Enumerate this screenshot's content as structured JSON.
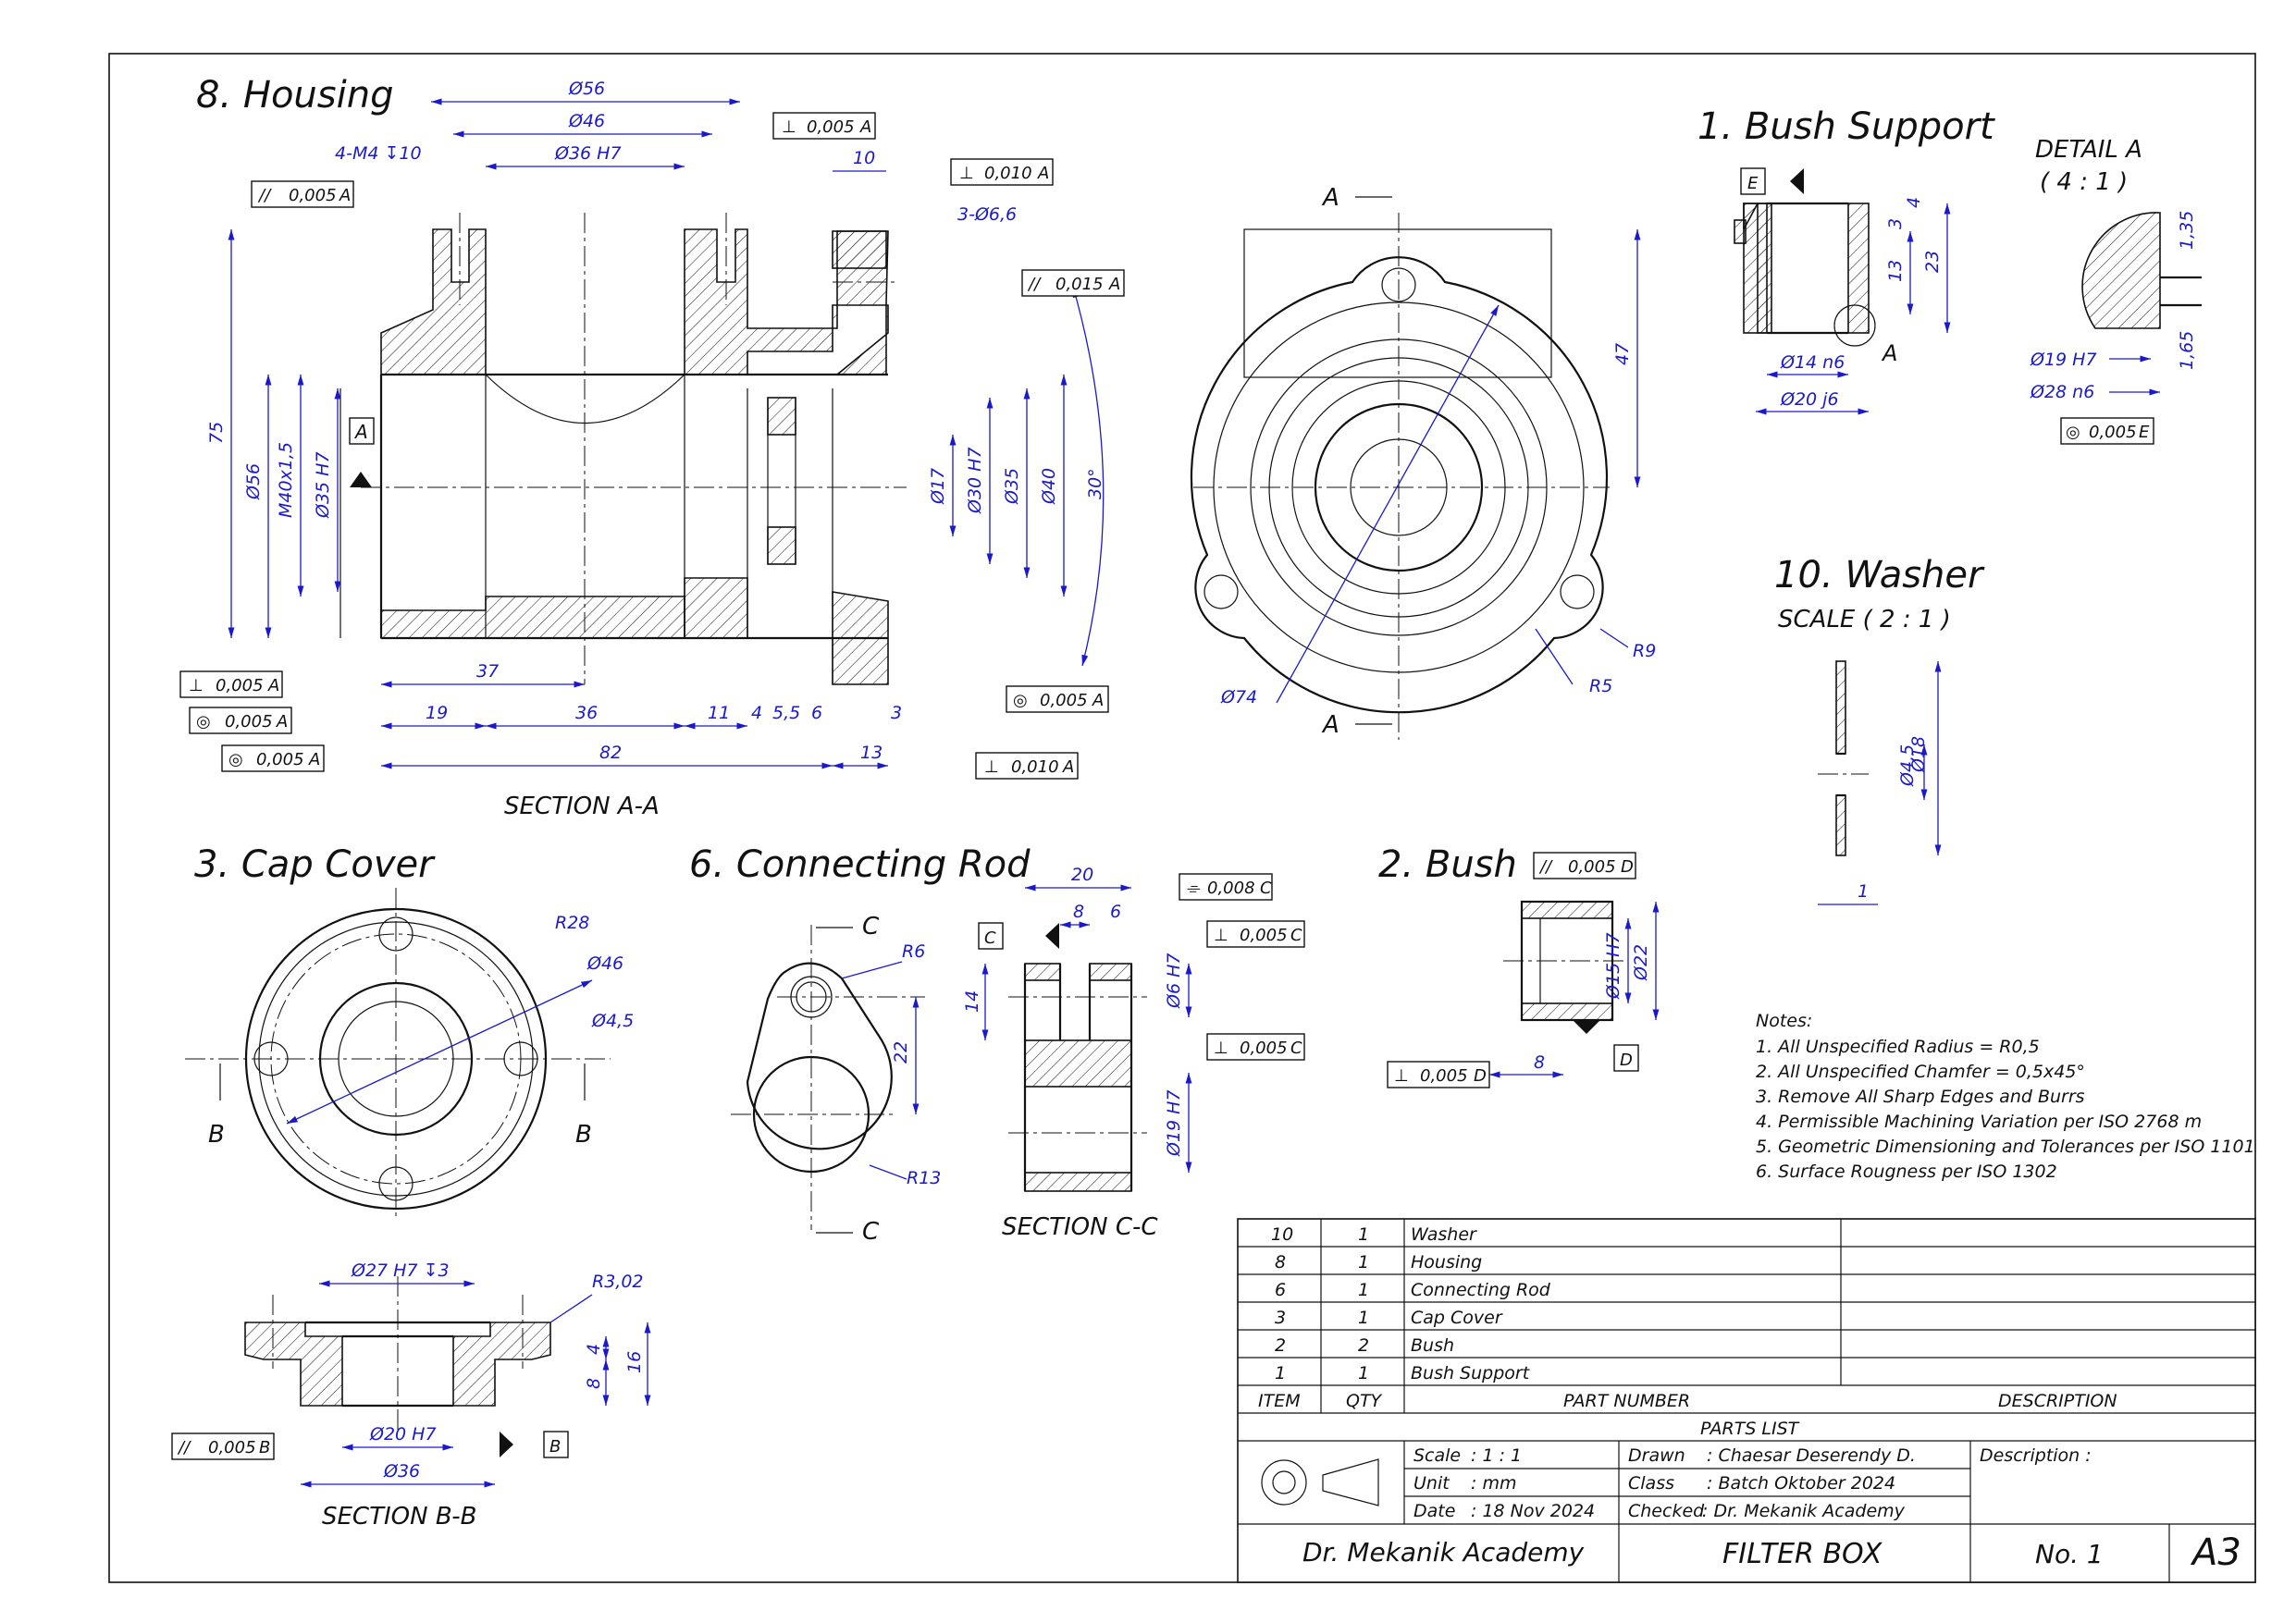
{
  "views": {
    "housing_title": "8. Housing",
    "section_aa": "SECTION A-A",
    "bush_support_title": "1. Bush Support",
    "detail_a_title": "DETAIL A",
    "detail_a_scale": "( 4 : 1 )",
    "washer_title": "10. Washer",
    "washer_scale": "SCALE ( 2 : 1 )",
    "cap_cover_title": "3. Cap Cover",
    "section_bb": "SECTION B-B",
    "connecting_rod_title": "6. Connecting Rod",
    "section_cc": "SECTION C-C",
    "bush_title": "2. Bush"
  },
  "housing_dims": {
    "d56_top": "Ø56",
    "d46": "Ø46",
    "d36h7": "Ø36 H7",
    "thread": "4-M4 ↧10",
    "w10": "10",
    "holes": "3-Ø6,6",
    "h75": "75",
    "d56_side": "Ø56",
    "m40": "M40x1,5",
    "d35h7": "Ø35 H7",
    "d17": "Ø17",
    "d30h7": "Ø30 H7",
    "d35": "Ø35",
    "d40": "Ø40",
    "ang30": "30°",
    "l37": "37",
    "l19": "19",
    "l36": "36",
    "l11": "11",
    "l4": "4",
    "l55": "5,5",
    "l6": "6",
    "l3": "3",
    "l82": "82",
    "l13": "13",
    "datum_a": "A"
  },
  "gdt": {
    "par_a": "0,005",
    "perp_top": "0,005",
    "perp_010": "0,010",
    "par_015": "0,015",
    "perp_left": "0,005",
    "conc1": "0,005",
    "conc2": "0,005",
    "conc_right": "0,005",
    "perp_bottom": "0,010",
    "conc_e": "0,005",
    "par_b": "0,005",
    "flat_c": "0,008",
    "perp_c1": "0,005",
    "perp_c2": "0,005",
    "par_d": "0,005",
    "perp_d": "0,005",
    "ref_a": "A",
    "ref_b": "B",
    "ref_c": "C",
    "ref_d": "D",
    "ref_e": "E"
  },
  "front_view": {
    "sec_a": "A",
    "d74": "Ø74",
    "r5": "R5",
    "r9": "R9",
    "h47": "47"
  },
  "bush_support_dims": {
    "d14": "Ø14 n6",
    "d20": "Ø20 j6",
    "h13": "13",
    "h23": "23",
    "h3": "3",
    "h4": "4",
    "detail_ref": "A",
    "datum_e": "E"
  },
  "detail_a_dims": {
    "d19": "Ø19 H7",
    "d28": "Ø28 n6",
    "v135": "1,35",
    "v165": "1,65"
  },
  "washer_dims": {
    "d45": "Ø4,5",
    "d18": "Ø18",
    "t1": "1"
  },
  "cap_dims": {
    "r28": "R28",
    "d46": "Ø46",
    "d45": "Ø4,5",
    "b": "B",
    "d27": "Ø27 H7 ↧3",
    "r302": "R3,02",
    "h4": "4",
    "h8": "8",
    "h16": "16",
    "d20": "Ø20 H7",
    "d36": "Ø36",
    "datum_b": "B"
  },
  "rod_dims": {
    "r6": "R6",
    "l22": "22",
    "r13": "R13",
    "c": "C",
    "w20": "20",
    "w8": "8",
    "w6": "6",
    "d6": "Ø6 H7",
    "h14": "14",
    "d19": "Ø19 H7",
    "datum_c": "C"
  },
  "bush_dims": {
    "d15": "Ø15 H7",
    "d22": "Ø22",
    "l8": "8",
    "datum_d": "D"
  },
  "notes": {
    "title": "Notes:",
    "lines": [
      "1. All Unspecified Radius = R0,5",
      "2. All Unspecified Chamfer = 0,5x45°",
      "3. Remove All Sharp Edges and Burrs",
      "4. Permissible Machining Variation per ISO 2768 m",
      "5. Geometric Dimensioning and Tolerances per ISO 1101",
      "6. Surface Rougness per ISO 1302"
    ]
  },
  "parts_list": {
    "rows": [
      {
        "item": "10",
        "qty": "1",
        "part": "Washer",
        "desc": ""
      },
      {
        "item": "8",
        "qty": "1",
        "part": "Housing",
        "desc": ""
      },
      {
        "item": "6",
        "qty": "1",
        "part": "Connecting Rod",
        "desc": ""
      },
      {
        "item": "3",
        "qty": "1",
        "part": "Cap Cover",
        "desc": ""
      },
      {
        "item": "2",
        "qty": "2",
        "part": "Bush",
        "desc": ""
      },
      {
        "item": "1",
        "qty": "1",
        "part": "Bush Support",
        "desc": ""
      }
    ],
    "headers": {
      "item": "ITEM",
      "qty": "QTY",
      "part": "PART NUMBER",
      "desc": "DESCRIPTION"
    },
    "caption": "PARTS LIST"
  },
  "title_block": {
    "scale_label": "Scale",
    "scale_value": ": 1 : 1",
    "unit_label": "Unit",
    "unit_value": ": mm",
    "date_label": "Date",
    "date_value": ": 18 Nov 2024",
    "drawn_label": "Drawn",
    "drawn_value": ": Chaesar Deserendy D.",
    "class_label": "Class",
    "class_value": ": Batch Oktober 2024",
    "checked_label": "Checked",
    "checked_value": ": Dr. Mekanik Academy",
    "description_label": "Description :",
    "company": "Dr. Mekanik Academy",
    "drawing_title": "FILTER BOX",
    "number": "No. 1",
    "sheet_size": "A3"
  }
}
